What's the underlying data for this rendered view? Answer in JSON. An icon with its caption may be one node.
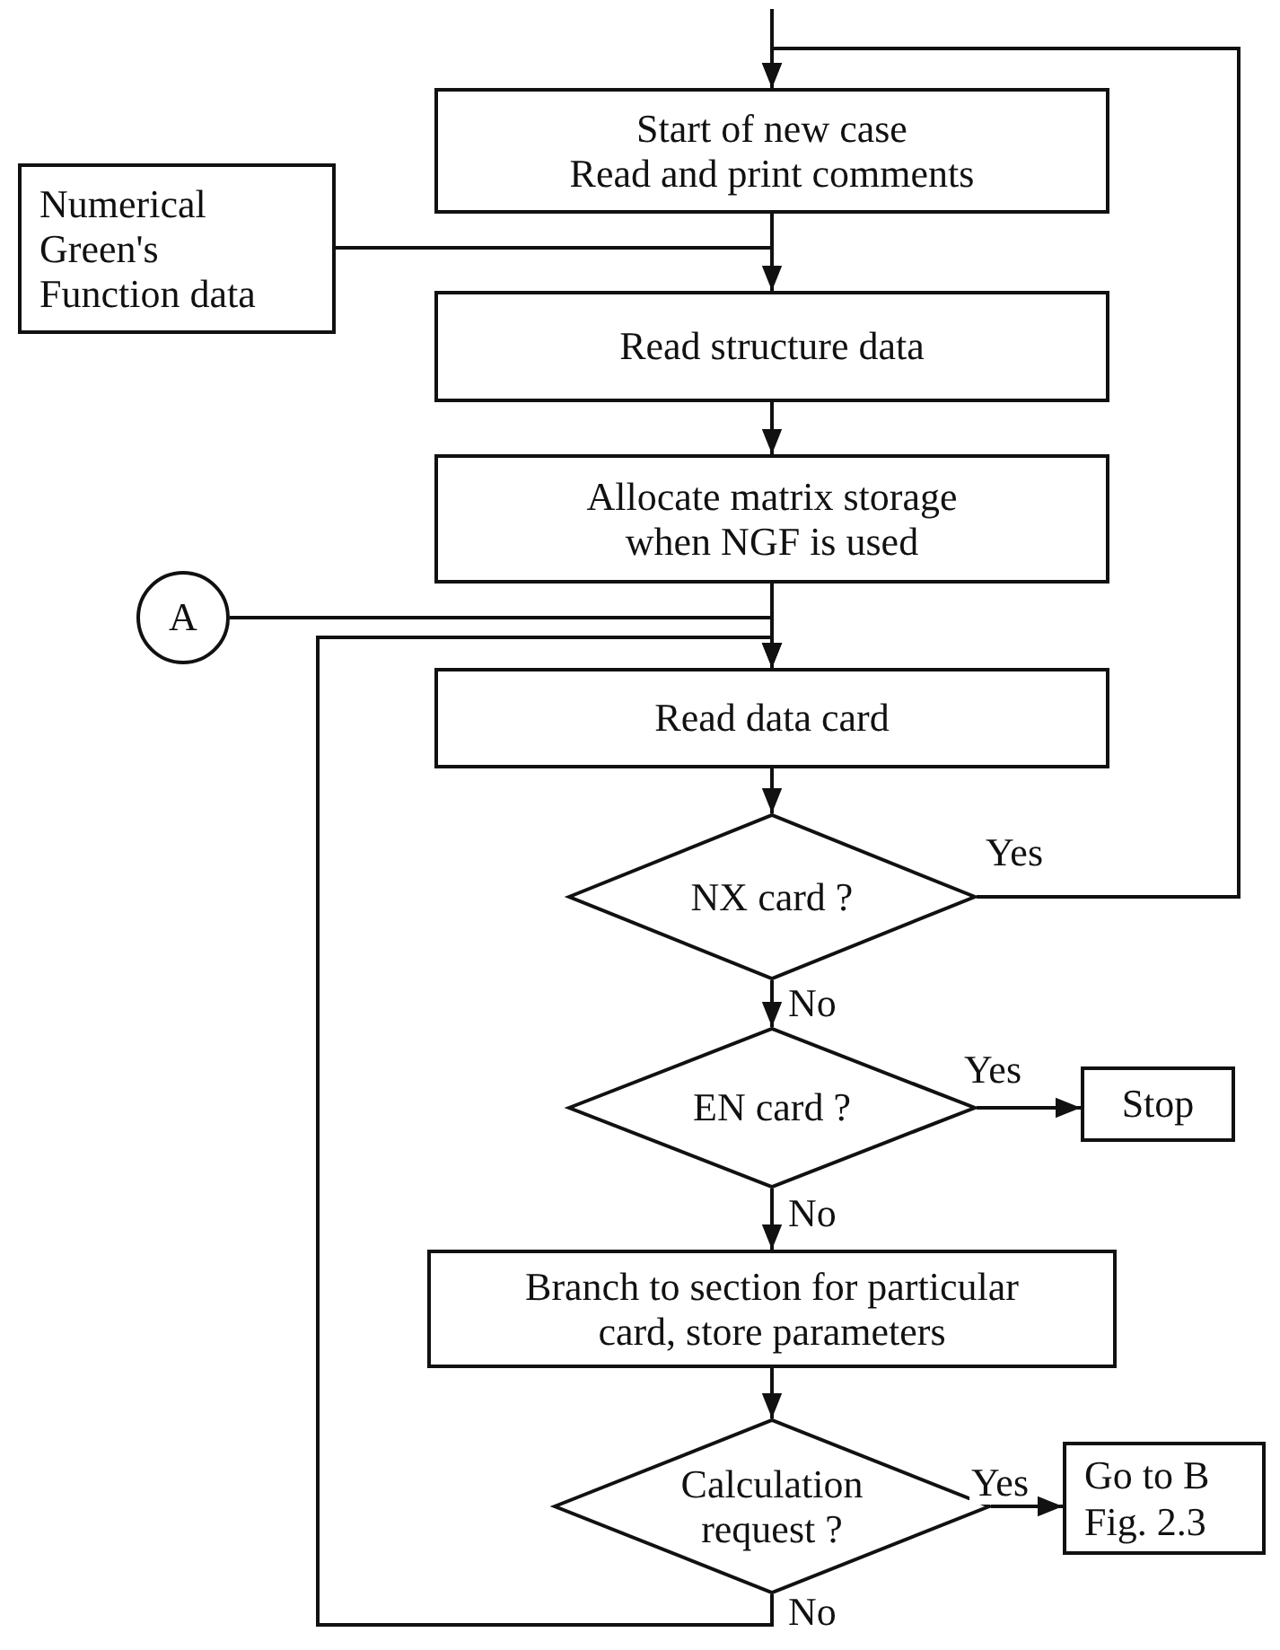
{
  "diagram": {
    "nodes": [
      {
        "text": [
          "Start of new case",
          "Read and print comments"
        ]
      },
      {
        "text": [
          "Numerical Green's Function data"
        ]
      },
      {
        "text": [
          "Read structure data"
        ]
      },
      {
        "text": [
          "Allocate matrix storage when NGF is used"
        ]
      },
      {
        "text": [
          "A"
        ]
      },
      {
        "text": [
          "Read data card"
        ]
      },
      {
        "text": [
          "NX card ?"
        ]
      },
      {
        "text": [
          "EN card ?"
        ]
      },
      {
        "text": [
          "Stop"
        ]
      },
      {
        "text": [
          "Branch to section for particular card, store parameters"
        ]
      },
      {
        "text": [
          "Calculation request ?"
        ]
      },
      {
        "text": [
          "Go to B Fig. 2.3"
        ]
      }
    ],
    "edges": [
      {
        "from": null,
        "to": 0,
        "arrow": "to"
      },
      {
        "from": 0,
        "to": 2,
        "arrow": "none"
      },
      {
        "from": 1,
        "to": 2,
        "arrow": "to"
      },
      {
        "from": 2,
        "to": 3,
        "arrow": "to"
      },
      {
        "from": 3,
        "to": 5,
        "arrow": "to"
      },
      {
        "from": 4,
        "to": 5,
        "arrow": "to"
      },
      {
        "from": 10,
        "to": 5,
        "arrow": "to",
        "label": "No"
      },
      {
        "from": 5,
        "to": 6,
        "arrow": "to"
      },
      {
        "from": 6,
        "to": 7,
        "arrow": "to",
        "label": "No"
      },
      {
        "from": 6,
        "to": 0,
        "arrow": "to",
        "label": "Yes"
      },
      {
        "from": 7,
        "to": 8,
        "arrow": "to",
        "label": "Yes"
      },
      {
        "from": 7,
        "to": 9,
        "arrow": "to",
        "label": "No"
      },
      {
        "from": 9,
        "to": 10,
        "arrow": "to"
      },
      {
        "from": 10,
        "to": 11,
        "arrow": "to",
        "label": "Yes"
      }
    ]
  }
}
